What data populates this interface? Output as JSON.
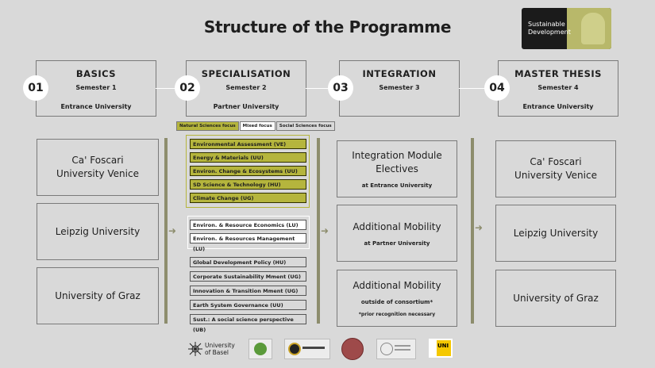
{
  "title": "Structure of the Programme",
  "logo": {
    "line1": "Sustainable",
    "line2": "Development"
  },
  "semesters": [
    {
      "num": "01",
      "heading": "BASICS",
      "semester": "Semester 1",
      "university": "Entrance University"
    },
    {
      "num": "02",
      "heading": "SPECIALISATION",
      "semester": "Semester 2",
      "university": "Partner University"
    },
    {
      "num": "03",
      "heading": "INTEGRATION",
      "semester": "Semester 3",
      "university": ""
    },
    {
      "num": "04",
      "heading": "MASTER THESIS",
      "semester": "Semester 4",
      "university": "Entrance University"
    }
  ],
  "basics_universities": [
    "Ca' Foscari University Venice",
    "Leipzig University",
    "University of Graz"
  ],
  "focus_tabs": [
    "Natural Sciences focus",
    "Mixed focus",
    "Social Sciences focus"
  ],
  "natural_courses": [
    "Environmental Assessment (VE)",
    "Energy & Materials (UU)",
    "Environ. Change & Ecosystems (UU)",
    "SD Science & Technology (HU)",
    "Climate Change (UG)"
  ],
  "mixed_courses": [
    "Environ. & Resource Economics (LU)",
    "Environ. & Resources Management (LU)"
  ],
  "social_courses": [
    "Global Development Policy (HU)",
    "Corporate Sustainability Mment (UG)",
    "Innovation & Transition Mment (UG)",
    "Earth System Governance (UU)",
    "Sust.: A social science perspective (UB)"
  ],
  "integration": [
    {
      "title": "Integration Module Electives",
      "sub": "at Entrance University"
    },
    {
      "title": "Additional Mobility",
      "sub": "at Partner University"
    },
    {
      "title": "Additional Mobility",
      "sub": "outside of consortium*",
      "note": "*prior recognition necessary"
    }
  ],
  "thesis_universities": [
    "Ca' Foscari University Venice",
    "Leipzig University",
    "University of Graz"
  ],
  "footer": {
    "basel_line1": "University",
    "basel_line2": "of Basel",
    "uni_logo": "UNI"
  },
  "colors": {
    "accent": "#b5b53d",
    "background": "#d9d9d9",
    "bar": "#8d8d6d"
  }
}
